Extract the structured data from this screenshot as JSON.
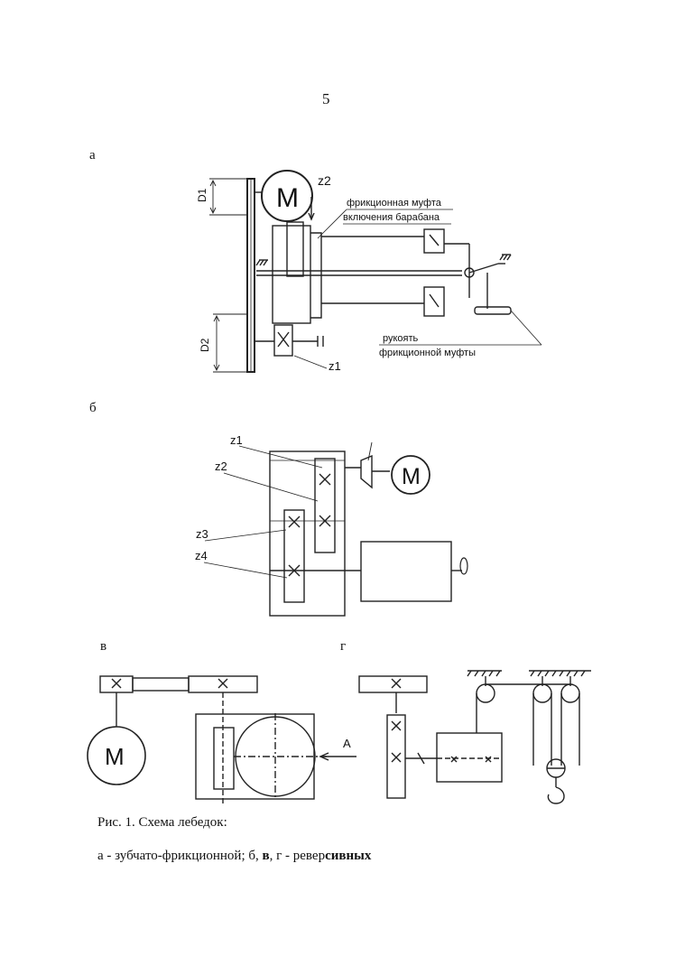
{
  "page": {
    "number": "5"
  },
  "panels": {
    "a": {
      "label": "а",
      "motor": "M",
      "d1": "D1",
      "d2": "D2",
      "z1": "z1",
      "z2": "z2",
      "clutch_line1": "фрикционная муфта",
      "clutch_line2": "включения барабана",
      "handle_line1": "рукоять",
      "handle_line2": "фрикционной муфты"
    },
    "b": {
      "label": "б",
      "motor": "M",
      "z1": "z1",
      "z2": "z2",
      "z3": "z3",
      "z4": "z4"
    },
    "v": {
      "label": "в",
      "motor": "M",
      "arrow": "A"
    },
    "g": {
      "label": "г"
    }
  },
  "caption": {
    "line1": "Рис. 1. Схема лебедок:",
    "line2_prefix": "а - зубчато-фрикционной; б, ",
    "line2_bold_v": "в",
    "line2_mid": ", г - ревер",
    "line2_bold_end": "сивных"
  }
}
